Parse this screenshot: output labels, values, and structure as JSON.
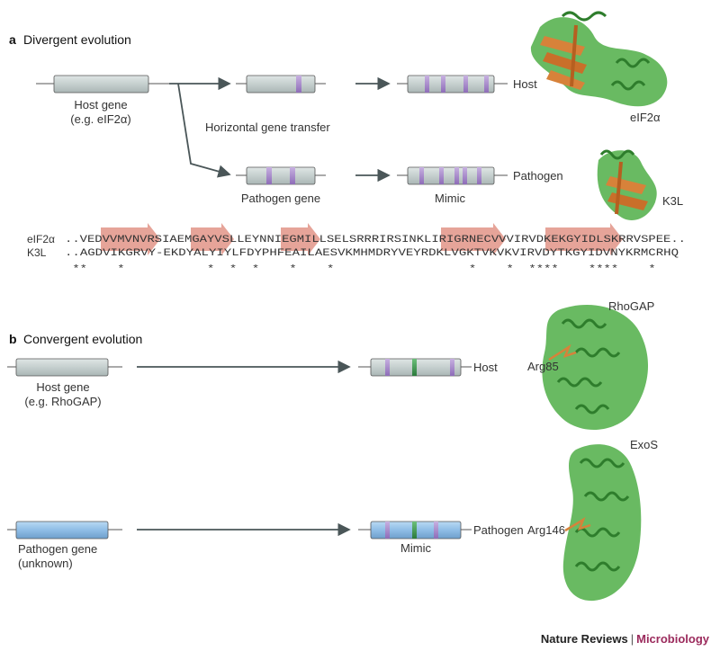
{
  "panel_a": {
    "letter": "a",
    "title": "Divergent evolution",
    "host_gene_label": "Host gene",
    "host_gene_example": "(e.g. eIF2α)",
    "hgt_label": "Horizontal gene transfer",
    "host_label": "Host",
    "pathogen_label": "Pathogen",
    "pathogen_gene_label": "Pathogen gene",
    "mimic_label": "Mimic",
    "protein1_label": "eIF2α",
    "protein2_label": "K3L",
    "seq_label_1": "eIF2α",
    "seq_label_2": "K3L",
    "seq_1": "..VEDVVMVNVRSIAEMGAYVSLLEYNNIEGMILLSELSRRRIRSINKLIRIGRNECVVVIRVDKEKGYIDLSKRRVSPEE..",
    "seq_2": "..AGDVIKGRVY-EKDYALYIYLFDYPHFEAILAESVKMHMDRYVEYRDKLVGKTVKVKVIRVDYTKGYIDVNYKRMCRHQ",
    "stars": " **    *           *  *  *    *    *                  *    *  ****    ****    *    "
  },
  "panel_b": {
    "letter": "b",
    "title": "Convergent evolution",
    "host_gene_label": "Host gene",
    "host_gene_example": "(e.g. RhoGAP)",
    "host_label": "Host",
    "pathogen_gene_label": "Pathogen gene",
    "pathogen_gene_example": "(unknown)",
    "pathogen_label": "Pathogen",
    "mimic_label": "Mimic",
    "protein1_label": "RhoGAP",
    "residue1_label": "Arg85",
    "protein2_label": "ExoS",
    "residue2_label": "Arg146"
  },
  "footer": {
    "journal": "Nature Reviews",
    "separator": "|",
    "section": "Microbiology"
  },
  "colors": {
    "gene_grey": "#c9d3d2",
    "gene_blue": "#8fbde6",
    "band_purple": "#a68ac9",
    "band_green": "#3f9a55",
    "strand_salmon": "#e39a8e",
    "helix_green": "#3fa23f",
    "sheet_orange": "#d7823a"
  }
}
